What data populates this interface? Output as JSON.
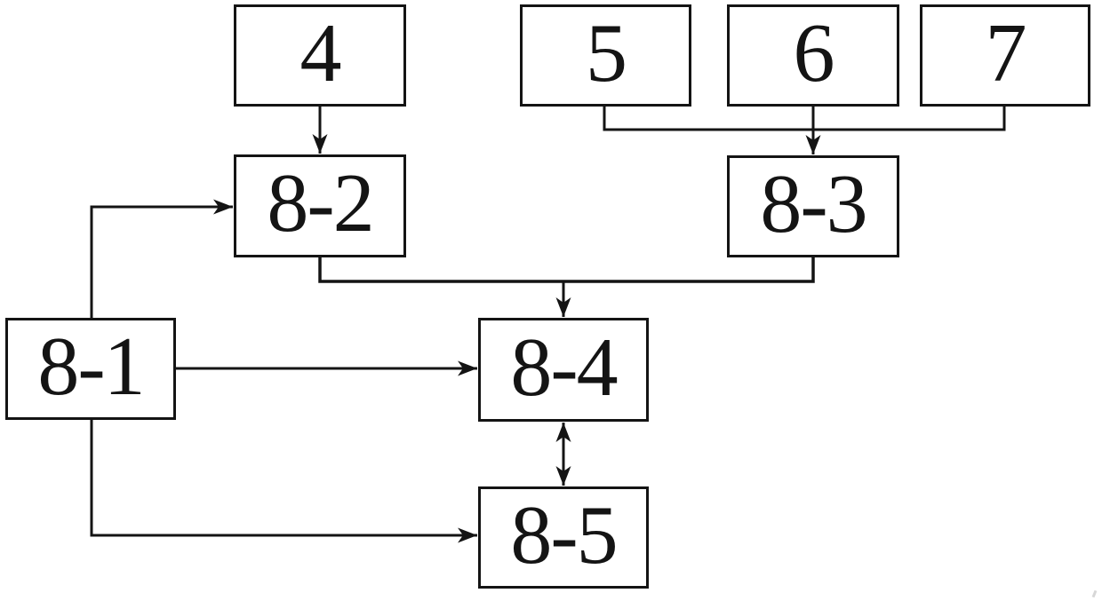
{
  "figure": {
    "background_color": "#ffffff",
    "line_color": "#141414",
    "nodes": [
      {
        "id": "4",
        "label": "4"
      },
      {
        "id": "5",
        "label": "5"
      },
      {
        "id": "6",
        "label": "6"
      },
      {
        "id": "7",
        "label": "7"
      },
      {
        "id": "8-2",
        "label": "8-2"
      },
      {
        "id": "8-3",
        "label": "8-3"
      },
      {
        "id": "8-1",
        "label": "8-1"
      },
      {
        "id": "8-4",
        "label": "8-4"
      },
      {
        "id": "8-5",
        "label": "8-5"
      }
    ],
    "edges": [
      {
        "from": "4",
        "to": "8-2",
        "type": "arrow"
      },
      {
        "from": "5",
        "to": "8-3",
        "type": "arrow"
      },
      {
        "from": "6",
        "to": "8-3",
        "type": "arrow"
      },
      {
        "from": "7",
        "to": "8-3",
        "type": "arrow"
      },
      {
        "from": "8-2",
        "to": "8-4",
        "type": "arrow"
      },
      {
        "from": "8-3",
        "to": "8-4",
        "type": "arrow"
      },
      {
        "from": "8-1",
        "to": "8-2",
        "type": "arrow"
      },
      {
        "from": "8-1",
        "to": "8-4",
        "type": "arrow"
      },
      {
        "from": "8-1",
        "to": "8-5",
        "type": "arrow"
      },
      {
        "from": "8-4",
        "to": "8-5",
        "type": "double-arrow"
      }
    ]
  }
}
